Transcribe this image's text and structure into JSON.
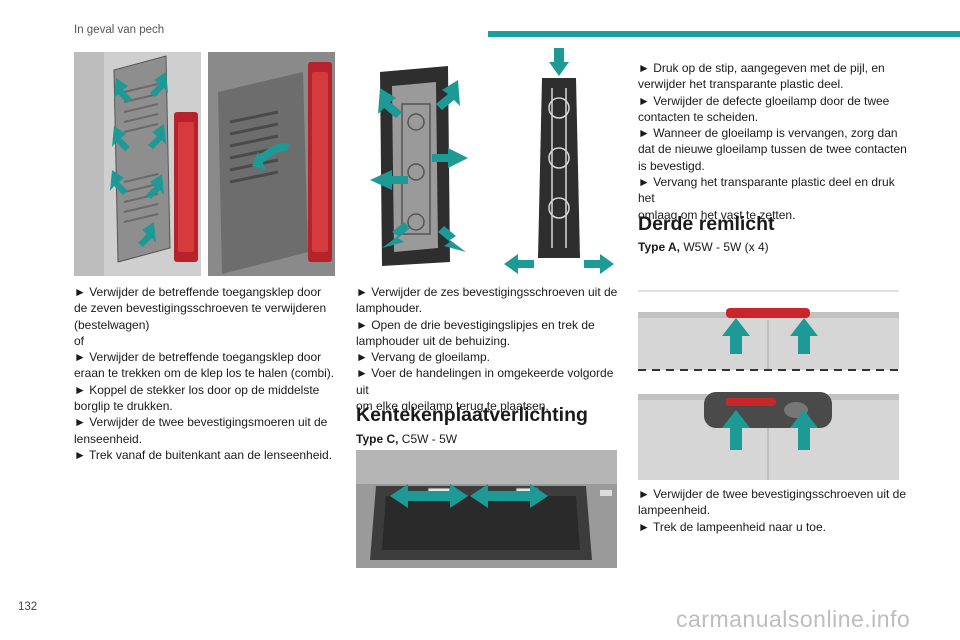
{
  "header": {
    "section_title": "In geval van pech"
  },
  "page_number": "132",
  "watermark": "carmanualsonline.info",
  "col1": {
    "lines": [
      "► Verwijder de betreffende toegangsklep door",
      "de zeven bevestigingsschroeven te verwijderen",
      "(bestelwagen)",
      "of",
      "► Verwijder de betreffende toegangsklep door",
      "eraan te trekken om de klep los te halen (combi).",
      "► Koppel de stekker los door op de middelste",
      "borglip te drukken.",
      "► Verwijder de twee bevestigingsmoeren uit de",
      "lenseenheid.",
      "► Trek vanaf de buitenkant aan de lenseenheid."
    ]
  },
  "col2": {
    "lines": [
      "► Verwijder de zes bevestigingsschroeven uit de",
      "lamphouder.",
      "► Open de drie bevestigingslipjes en trek de",
      "lamphouder uit de behuizing.",
      "► Vervang de gloeilamp.",
      "► Voer de handelingen in omgekeerde volgorde uit",
      "om elke gloeilamp terug te plaatsen."
    ],
    "heading": "Kentekenplaatverlichting",
    "type_label": "Type C,",
    "type_value": " C5W - 5W"
  },
  "col3": {
    "lines_top": [
      "► Druk op de stip, aangegeven met de pijl, en",
      "verwijder het transparante plastic deel.",
      "► Verwijder de defecte gloeilamp door de twee",
      "contacten te scheiden.",
      "► Wanneer de gloeilamp is vervangen, zorg dan",
      "dat de nieuwe gloeilamp tussen de twee contacten",
      "is bevestigd.",
      "► Vervang het transparante plastic deel en druk het",
      "omlaag om het vast te zetten."
    ],
    "heading": "Derde remlicht",
    "type_label": "Type A,",
    "type_value": " W5W - 5W (x 4)",
    "lines_bottom": [
      "► Verwijder de twee bevestigingsschroeven uit de",
      "lampeenheid.",
      "► Trek de lampeenheid naar u toe."
    ]
  },
  "colors": {
    "accent": "#1a9f9c",
    "arrow": "#1e9a96",
    "lamp_red": "#c8262b"
  },
  "icons": [
    "teal-arrow-icon"
  ]
}
